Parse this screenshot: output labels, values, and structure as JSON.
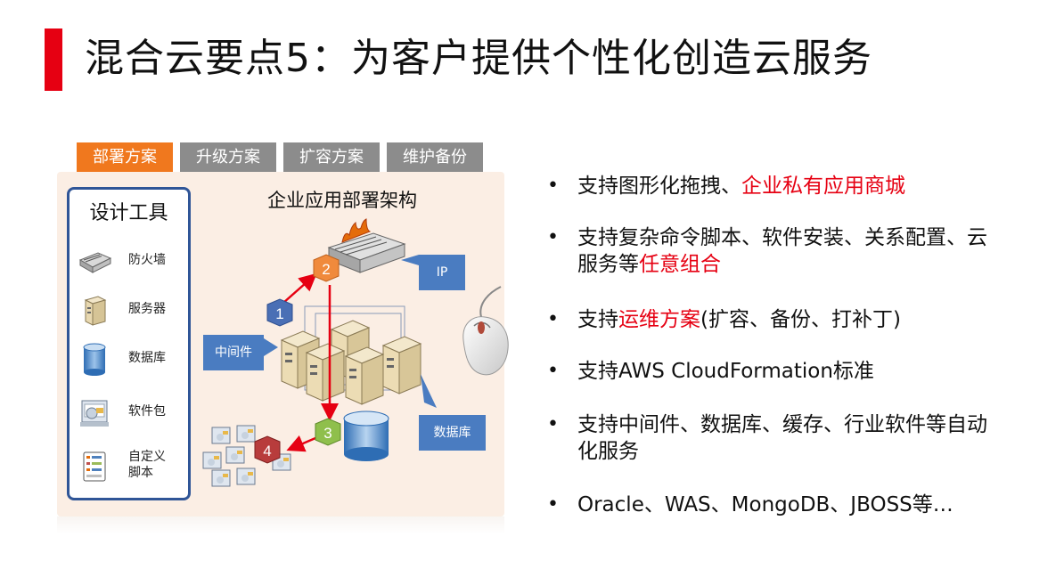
{
  "header": {
    "title": "混合云要点5：为客户提供个性化创造云服务"
  },
  "tabs": [
    {
      "label": "部署方案",
      "active": true
    },
    {
      "label": "升级方案",
      "active": false
    },
    {
      "label": "扩容方案",
      "active": false
    },
    {
      "label": "维护备份",
      "active": false
    }
  ],
  "tools": {
    "title": "设计工具",
    "items": [
      {
        "label": "防火墙",
        "icon": "firewall-icon"
      },
      {
        "label": "服务器",
        "icon": "server-icon"
      },
      {
        "label": "数据库",
        "icon": "database-icon"
      },
      {
        "label": "软件包",
        "icon": "software-package-icon"
      },
      {
        "label": "自定义",
        "label2": "脚本",
        "icon": "custom-script-icon"
      }
    ]
  },
  "architecture": {
    "title": "企业应用部署架构",
    "callouts": {
      "ip": "IP",
      "middleware": "中间件",
      "database": "数据库"
    },
    "steps": [
      "1",
      "2",
      "3",
      "4"
    ]
  },
  "bullets": [
    {
      "parts": [
        {
          "text": "支持图形化拖拽、",
          "red": false
        },
        {
          "text": "企业私有应用商城",
          "red": true
        }
      ]
    },
    {
      "parts": [
        {
          "text": "支持复杂命令脚本、软件安装、关系配置、云服务等",
          "red": false
        },
        {
          "text": "任意组合",
          "red": true
        }
      ]
    },
    {
      "parts": [
        {
          "text": "支持",
          "red": false
        },
        {
          "text": "运维方案",
          "red": true
        },
        {
          "text": "(扩容、备份、打补丁)",
          "red": false
        }
      ]
    },
    {
      "parts": [
        {
          "text": "支持AWS CloudFormation标准",
          "red": false
        }
      ]
    },
    {
      "parts": [
        {
          "text": "支持中间件、数据库、缓存、行业软件等自动化服务",
          "red": false
        }
      ]
    },
    {
      "parts": [
        {
          "text": "Oracle、WAS、MongoDB、JBOSS等…",
          "red": false
        }
      ]
    }
  ],
  "colors": {
    "accent_red": "#e60012",
    "tab_active": "#f0781e",
    "tab_inactive": "#8c8c8c",
    "callout_blue": "#4a7cc1",
    "tools_border": "#2f5597"
  }
}
